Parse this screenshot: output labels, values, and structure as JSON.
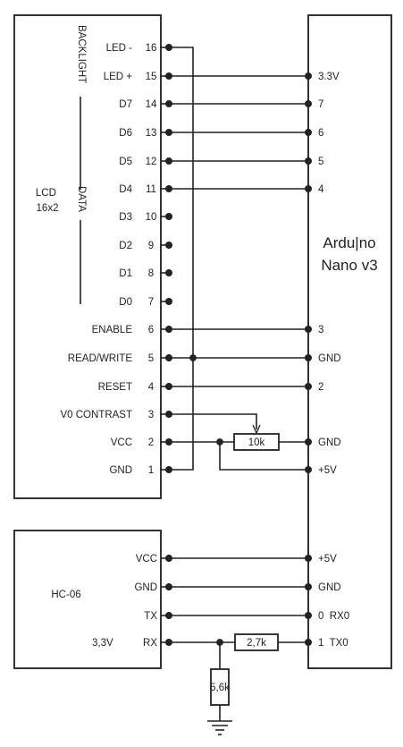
{
  "lcd": {
    "name": "LCD\n16x2",
    "group_backlight": "BACKLIGHT",
    "group_data": "DATA",
    "pins": [
      {
        "label": "LED -",
        "num": "16"
      },
      {
        "label": "LED +",
        "num": "15"
      },
      {
        "label": "D7",
        "num": "14"
      },
      {
        "label": "D6",
        "num": "13"
      },
      {
        "label": "D5",
        "num": "12"
      },
      {
        "label": "D4",
        "num": "11"
      },
      {
        "label": "D3",
        "num": "10"
      },
      {
        "label": "D2",
        "num": "9"
      },
      {
        "label": "D1",
        "num": "8"
      },
      {
        "label": "D0",
        "num": "7"
      },
      {
        "label": "ENABLE",
        "num": "6"
      },
      {
        "label": "READ/WRITE",
        "num": "5"
      },
      {
        "label": "RESET",
        "num": "4"
      },
      {
        "label": "V0 CONTRAST",
        "num": "3"
      },
      {
        "label": "VCC",
        "num": "2"
      },
      {
        "label": "GND",
        "num": "1"
      }
    ]
  },
  "arduino": {
    "name_line1": "Ardu|no",
    "name_line2": "Nano v3",
    "pins": [
      "3.3V",
      "7",
      "6",
      "5",
      "4",
      "3",
      "GND",
      "2",
      "GND",
      "+5V",
      "+5V",
      "GND",
      "0  RX0",
      "1  TX0"
    ]
  },
  "hc06": {
    "name": "HC-06",
    "pins": [
      "VCC",
      "GND",
      "TX",
      "RX"
    ],
    "rx_level": "3,3V"
  },
  "resistors": {
    "pot": "10k",
    "divider_top": "2,7k",
    "divider_bottom": "5,6k"
  },
  "colors": {
    "line": "#222222",
    "box": "#333333",
    "background": "#ffffff"
  }
}
